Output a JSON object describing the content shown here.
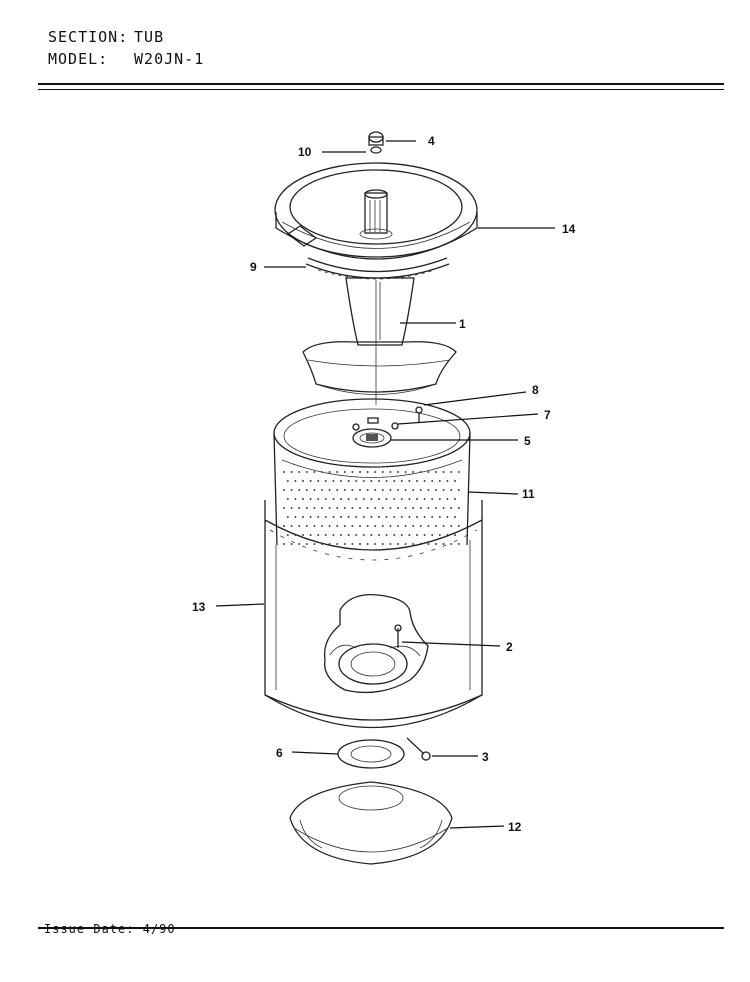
{
  "header": {
    "section_label": "SECTION:",
    "section_value": "TUB",
    "model_label": "MODEL:",
    "model_value": "W20JN-1"
  },
  "footer": {
    "issue_label": "Issue Date:",
    "issue_value": "4/90"
  },
  "diagram": {
    "callouts": [
      "1",
      "2",
      "3",
      "4",
      "5",
      "6",
      "7",
      "8",
      "9",
      "10",
      "11",
      "12",
      "13",
      "14"
    ]
  }
}
